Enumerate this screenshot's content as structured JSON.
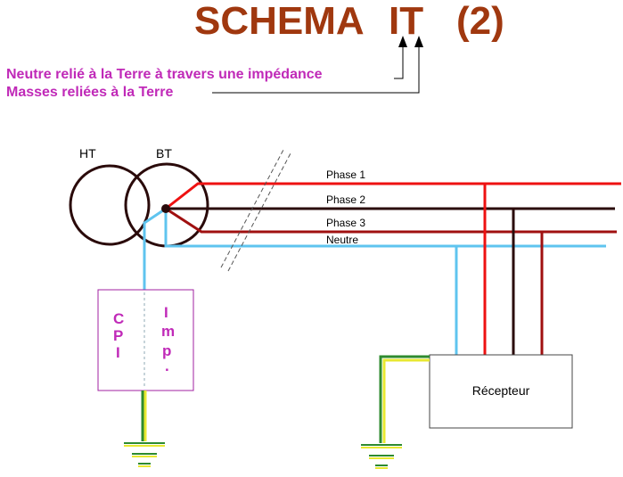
{
  "title": {
    "text_prefix": "SCHEMA",
    "text_code": "IT",
    "text_suffix": "(2)",
    "color": "#a0380f"
  },
  "annotations": {
    "neutral": "Neutre relié à la Terre à travers une impédance",
    "masses": "Masses reliées à la Terre",
    "color": "#c02ab8"
  },
  "transformer": {
    "primary_label": "HT",
    "secondary_label": "BT"
  },
  "conductors": [
    {
      "label": "Phase 1",
      "color": "#ee1111"
    },
    {
      "label": "Phase 2",
      "color": "#2a0a0a"
    },
    {
      "label": "Phase 3",
      "color": "#a01010"
    },
    {
      "label": "Neutre",
      "color": "#5fc4ef"
    }
  ],
  "impedance_box": {
    "left_letters": [
      "C",
      "P",
      "I"
    ],
    "right_letters": [
      "I",
      "m",
      "p",
      "."
    ],
    "color": "#a020a0"
  },
  "receiver": {
    "label": "Récepteur"
  },
  "earth_colors": {
    "green": "#2e8b2e",
    "yellow": "#e8e830"
  }
}
